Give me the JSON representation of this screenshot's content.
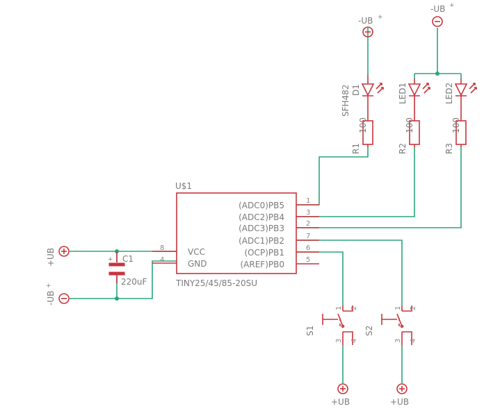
{
  "colors": {
    "wire": "#2aa57c",
    "part": "#c8343c",
    "text": "#7a7a7a",
    "background": "#ffffff"
  },
  "supplies": {
    "neg_top_left": "-UB",
    "neg_top_right": "-UB",
    "pos_left": "+UB",
    "neg_left": "-UB",
    "pos_bottom_s1": "+UB",
    "pos_bottom_s2": "+UB"
  },
  "diodes": [
    {
      "name": "D1",
      "value": "SFH482"
    },
    {
      "name": "LED1",
      "value": ""
    },
    {
      "name": "LED2",
      "value": ""
    }
  ],
  "resistors": [
    {
      "name": "R1",
      "value": "100"
    },
    {
      "name": "R2",
      "value": "100"
    },
    {
      "name": "R3",
      "value": "100"
    }
  ],
  "capacitor": {
    "name": "C1",
    "value": "220uF"
  },
  "ic": {
    "name": "U$1",
    "value": "TINY25/45/85-20SU",
    "left_pins": [
      {
        "num": "8",
        "label": "VCC"
      },
      {
        "num": "4",
        "label": "GND"
      }
    ],
    "right_pins": [
      {
        "num": "1",
        "label": "(ADC0)PB5"
      },
      {
        "num": "3",
        "label": "(ADC2)PB4"
      },
      {
        "num": "2",
        "label": "(ADC3)PB3"
      },
      {
        "num": "7",
        "label": "(ADC1)PB2"
      },
      {
        "num": "6",
        "label": "(OCP)PB1"
      },
      {
        "num": "5",
        "label": "(AREF)PB0"
      }
    ]
  },
  "switches": [
    {
      "name": "S1",
      "pins": [
        "1",
        "2",
        "3",
        "4"
      ]
    },
    {
      "name": "S2",
      "pins": [
        "1",
        "2",
        "3",
        "4"
      ]
    }
  ]
}
